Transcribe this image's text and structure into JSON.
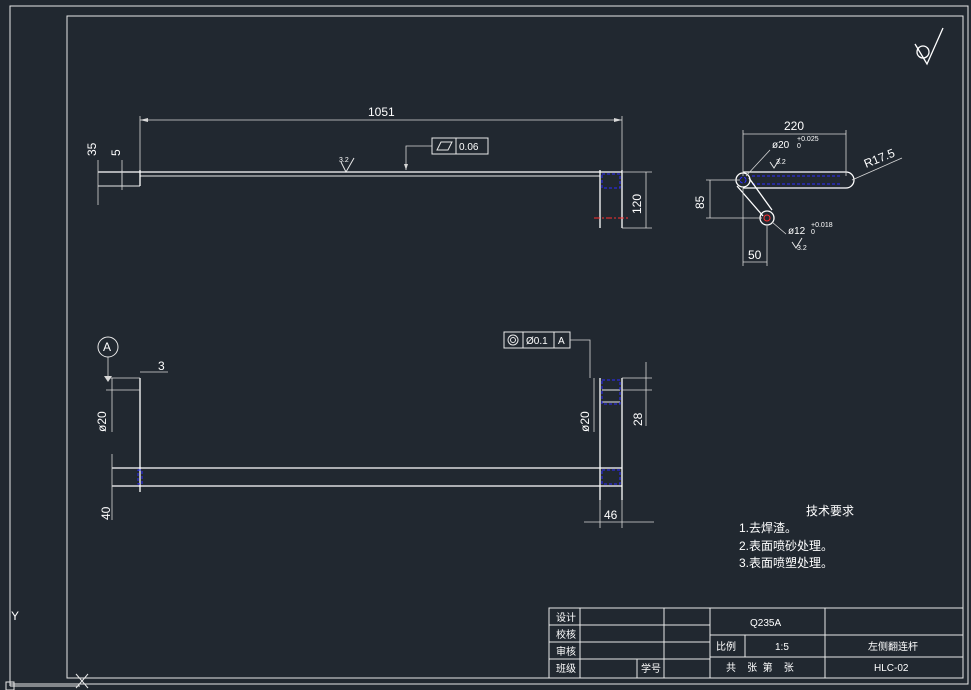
{
  "dims": {
    "length": "1051",
    "h35": "35",
    "h5": "5",
    "h120": "120",
    "gtol_flatness": "0.06",
    "rough_top": "3.2",
    "w220": "220",
    "d20": "ø20",
    "d20_tol": "+0.025\n0",
    "rough_32a": "3.2",
    "r175": "R17.5",
    "h85": "85",
    "d12": "ø12",
    "d12_tol": "+0.018\n0",
    "rough_32b": "3.2",
    "w50": "50",
    "datum": "A",
    "t3": "3",
    "d20_left": "ø20",
    "d20_right": "ø20",
    "h28": "28",
    "h40": "40",
    "w46": "46",
    "coaxial_tol": "Ø0.1",
    "coaxial_datum": "A"
  },
  "notes": {
    "title": "技术要求",
    "items": [
      "1.去焊渣。",
      "2.表面喷砂处理。",
      "3.表面喷塑处理。"
    ]
  },
  "titleblock": {
    "design": "设计",
    "check": "校核",
    "review": "审核",
    "class": "班级",
    "student_no": "学号",
    "material": "Q235A",
    "scale_label": "比例",
    "scale": "1:5",
    "part_name": "左侧翻连杆",
    "drawing_no": "HLC-02",
    "sheets": "共    张  第    张"
  },
  "ucs": {
    "y": "Y"
  }
}
